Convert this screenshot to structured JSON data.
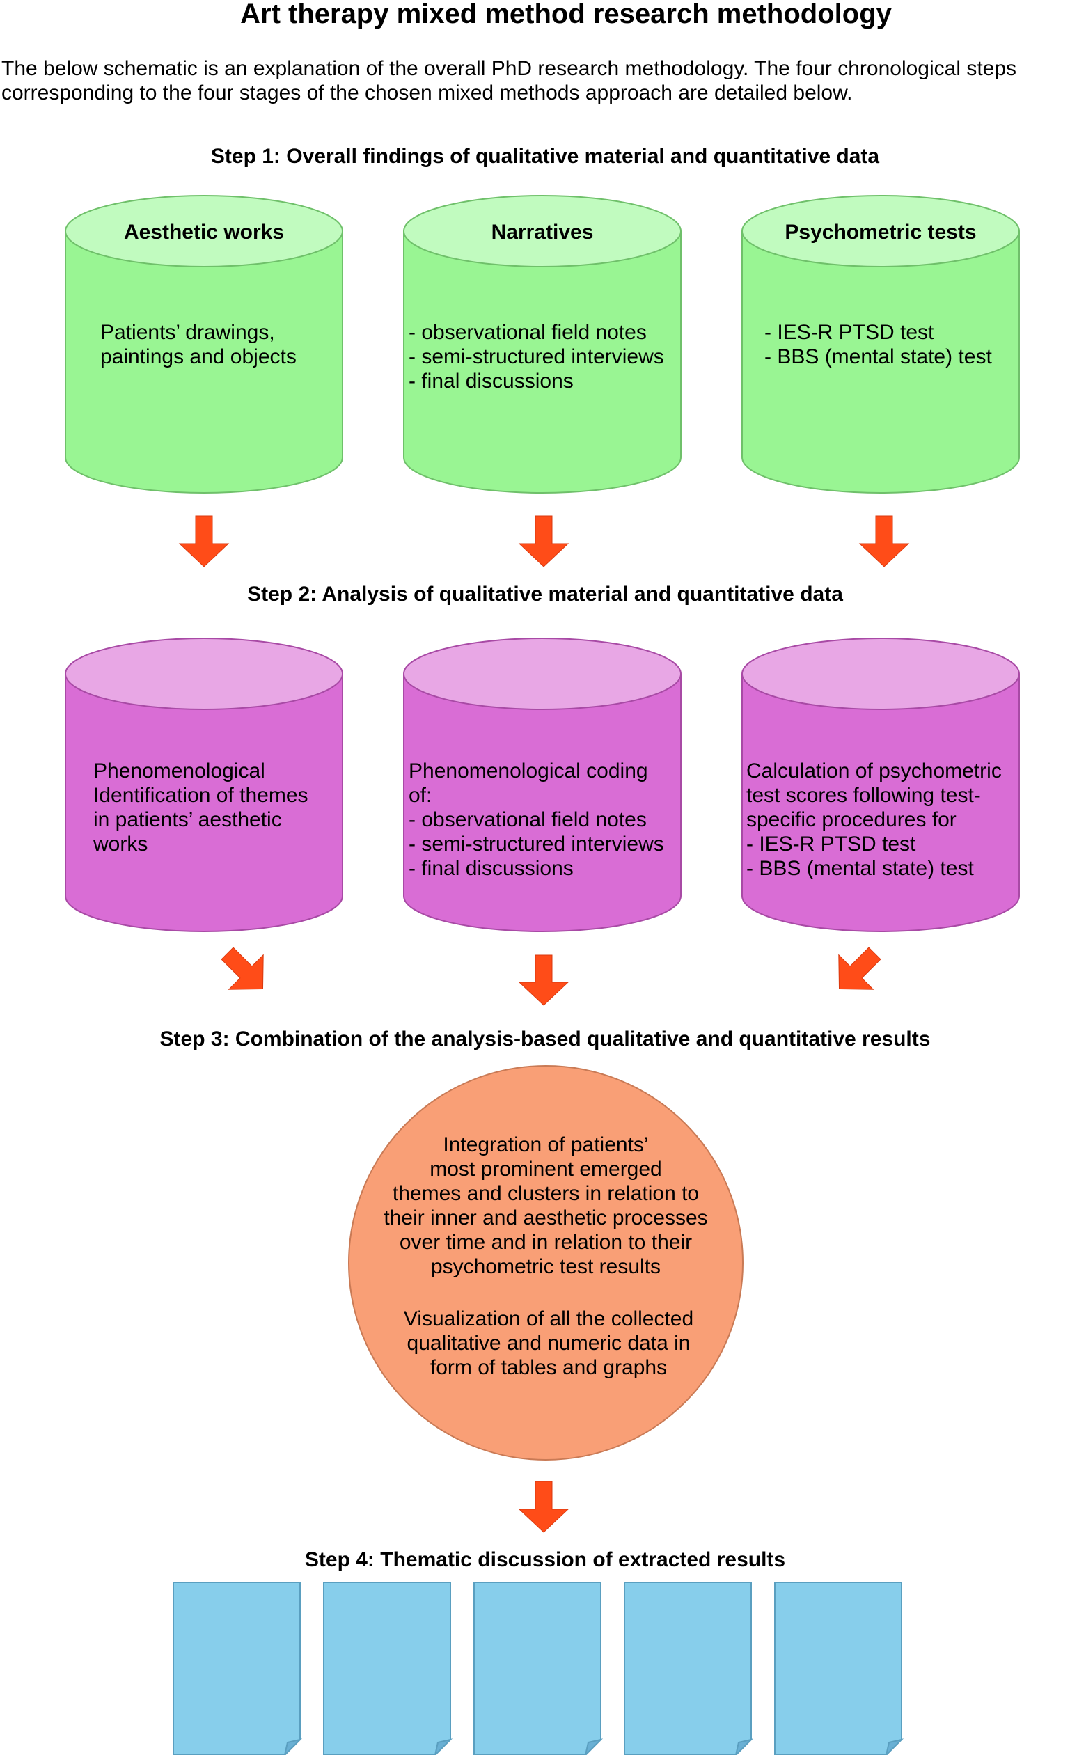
{
  "title": "Art therapy mixed method research methodology",
  "intro": [
    "The below schematic is an explanation of the overall PhD research methodology. The four chronological steps",
    "corresponding to the four stages of the chosen mixed methods approach are detailed below."
  ],
  "steps": [
    "Step 1: Overall findings of qualitative material and quantitative data",
    "Step 2: Analysis of qualitative material and quantitative data",
    "Step 3: Combination of the analysis-based qualitative and quantitative results",
    "Step 4: Thematic discussion of extracted results"
  ],
  "step1_cylinders": [
    {
      "title": "Aesthetic works",
      "lines": [
        "Patients’ drawings,",
        "paintings and objects"
      ]
    },
    {
      "title": "Narratives",
      "lines": [
        "- observational field notes",
        "- semi-structured interviews",
        "- final discussions"
      ]
    },
    {
      "title": "Psychometric tests",
      "lines": [
        "- IES-R PTSD test",
        "- BBS (mental state) test"
      ]
    }
  ],
  "step2_cylinders": [
    {
      "lines": [
        "Phenomenological",
        "Identification of themes",
        "in patients’ aesthetic",
        "works"
      ]
    },
    {
      "lines": [
        "Phenomenological coding",
        "of:",
        "- observational field notes",
        "- semi-structured interviews",
        "- final discussions"
      ]
    },
    {
      "lines": [
        "Calculation of psychometric",
        "test scores following test-",
        "specific procedures for",
        "- IES-R PTSD test",
        "- BBS (mental state) test"
      ]
    }
  ],
  "circle": {
    "lines_a": [
      "Integration of patients’",
      "most prominent emerged",
      "themes and clusters in relation to",
      "their inner and aesthetic processes",
      "over time and in relation to their",
      "psychometric test results"
    ],
    "lines_b": [
      "Visualization of all the collected",
      "qualitative and numeric data in",
      "form of tables and graphs"
    ]
  },
  "document_count": 5,
  "colors": {
    "green_body": "#99f593",
    "green_top": "#c1fbbf",
    "magenta_body": "#d96dd5",
    "magenta_top": "#e8a7e5",
    "circle": "#f99f76",
    "arrow": "#ff4c18",
    "document": "#87ceeb"
  }
}
